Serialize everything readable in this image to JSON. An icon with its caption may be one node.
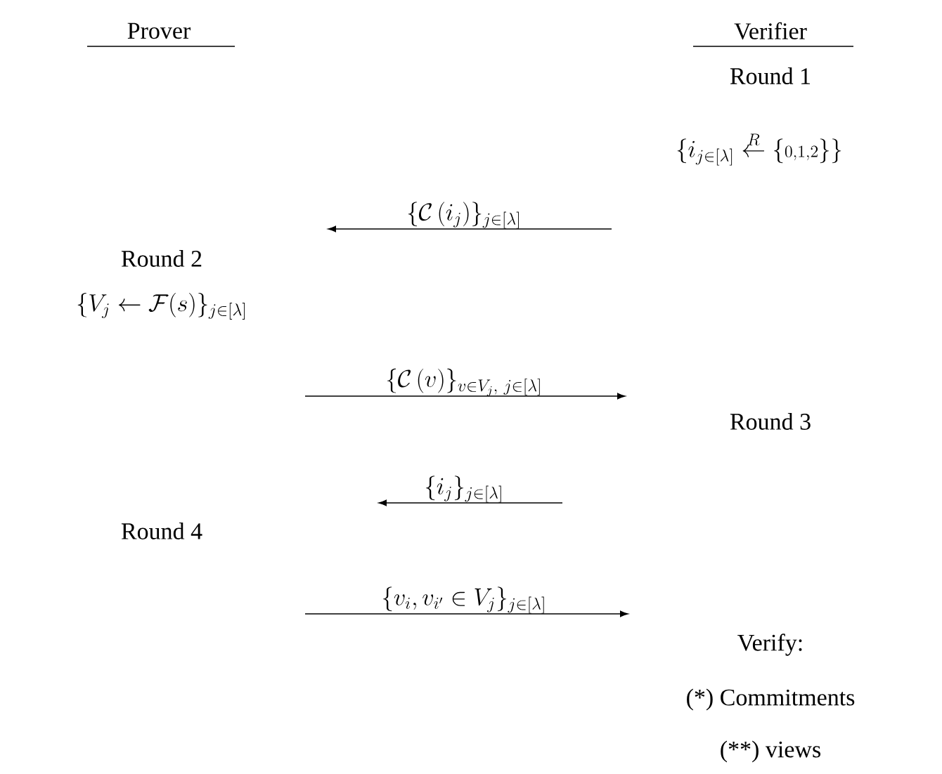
{
  "diagram": {
    "labels": [
      "Prover",
      "Verifier",
      "Round 1",
      "\\{i_{j\\in[\\lambda]}\\stackrel{R}{\\leftarrow}\\{{\\scriptstyle 0,1,2}\\}\\}",
      "\\{\\mathcal{C}\\left(i_j\\right)\\}_{j\\in[\\lambda]}",
      "Round 2",
      "\\{V_j\\leftarrow\\mathcal{F}(s)\\}_{j\\in[\\lambda]}",
      "\\{\\mathcal{C}\\left(v\\right)\\}_{v\\in V_j,\\ j\\in[\\lambda]}",
      "Round 3",
      "\\{i_j\\}_{j\\in[\\lambda]}",
      "Round 4",
      "\\{v_i, v_{i'}\\in V_j\\}_{j\\in[\\lambda]}",
      "Verify:",
      "(*) Commitments",
      "(**) views"
    ]
  }
}
